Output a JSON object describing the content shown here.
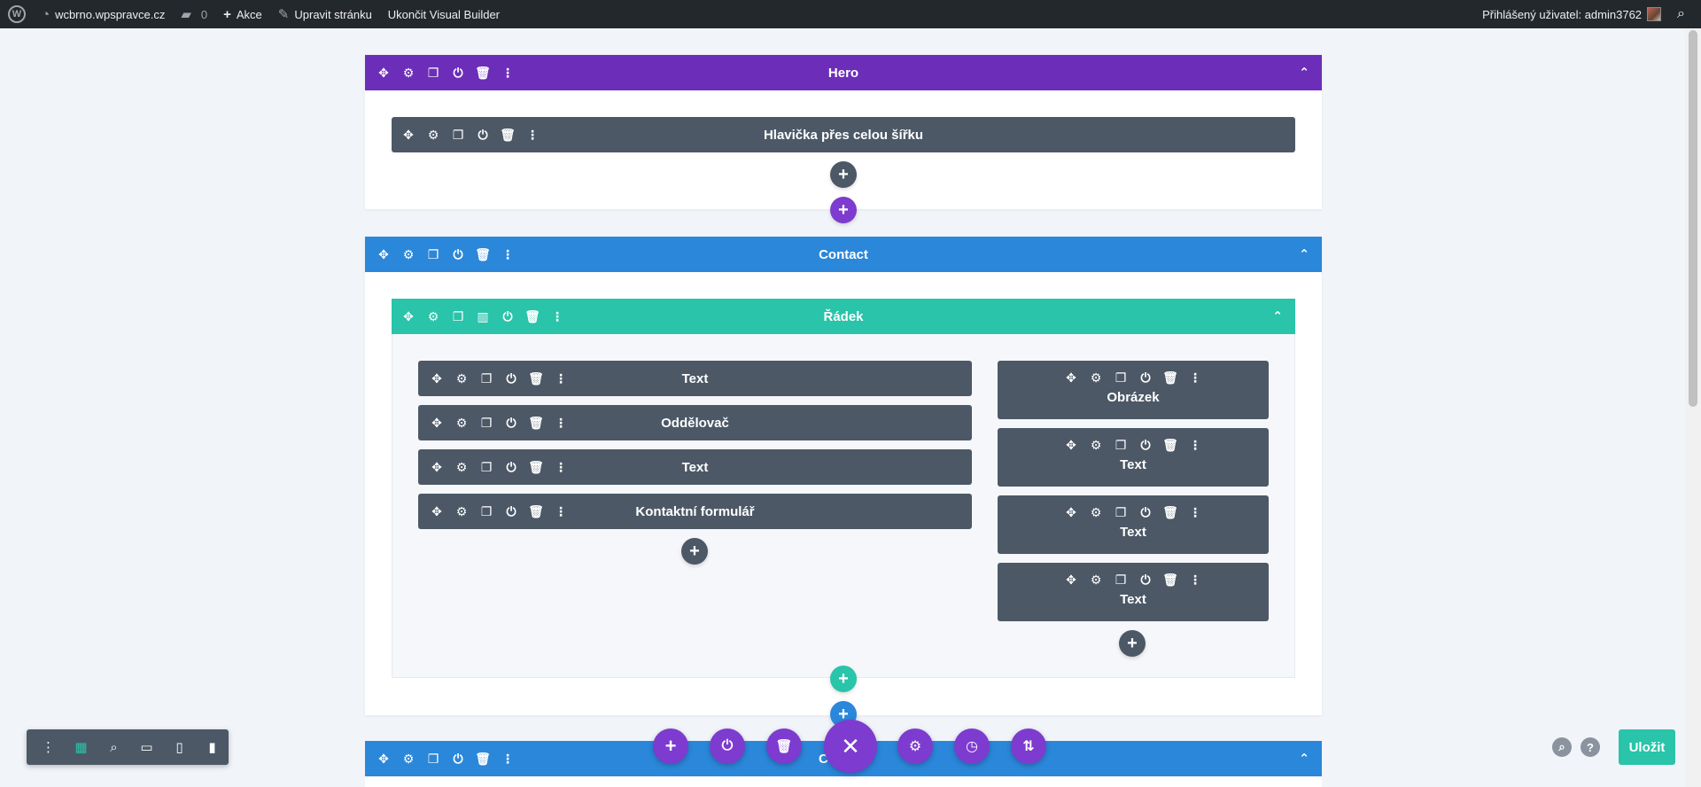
{
  "adminbar": {
    "site_name": "wcbrno.wpspravce.cz",
    "comments_count": "0",
    "new_label": "Akce",
    "edit_label": "Upravit stránku",
    "exit_label": "Ukončit Visual Builder",
    "user_label": "Přihlášený uživatel: admin3762"
  },
  "icons": {
    "move": "✥",
    "settings": "⚙",
    "duplicate": "❐",
    "power": "⏻",
    "trash": "🗑",
    "more": "⋮",
    "columns": "▥",
    "chevron_up": "⌃",
    "plus": "+",
    "close": "✕",
    "history": "◷",
    "portability": "⇅",
    "search": "⌕",
    "help": "?",
    "layers": "▦",
    "desktop": "▭",
    "tablet": "▯",
    "phone": "▮"
  },
  "sections": {
    "hero": {
      "title": "Hero",
      "fullwidth_module": "Hlavička přes celou šířku"
    },
    "contact": {
      "title": "Contact",
      "row_title": "Řádek",
      "left_modules": [
        "Text",
        "Oddělovač",
        "Text",
        "Kontaktní formulář"
      ],
      "right_modules": [
        "Obrázek",
        "Text",
        "Text",
        "Text"
      ]
    },
    "third": {
      "title": "Co"
    }
  },
  "save_label": "Uložit",
  "colors": {
    "section": "#6c2eb9",
    "section_blue": "#2b87da",
    "row": "#29c4a9",
    "module": "#4c5866",
    "adminbar": "#23282d"
  }
}
